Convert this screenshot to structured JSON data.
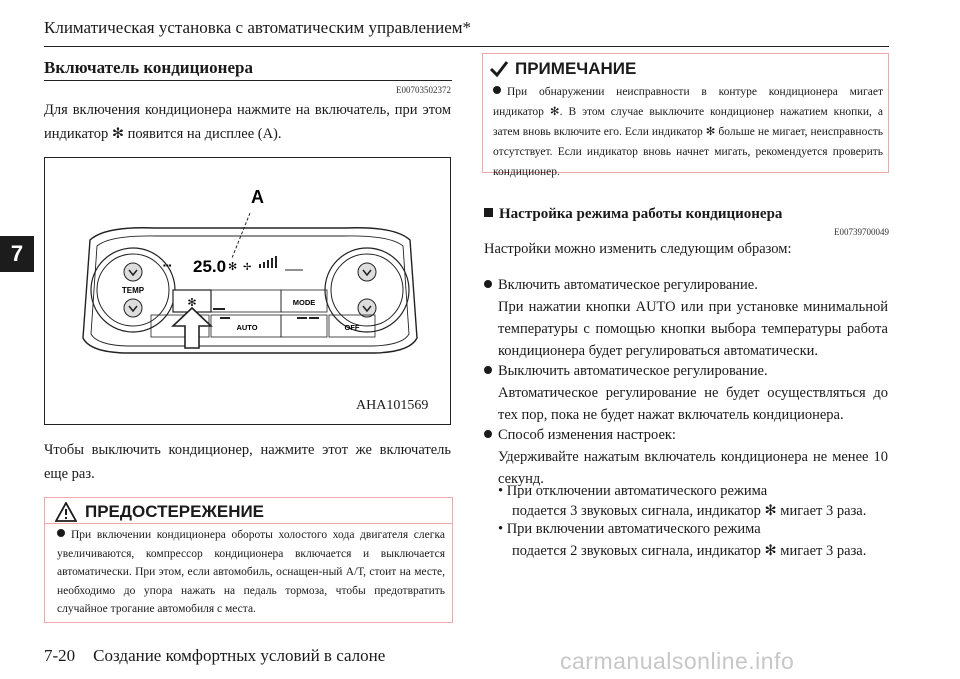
{
  "header": {
    "title": "Климатическая установка с автоматическим управлением*",
    "chapter_tab": "7"
  },
  "left": {
    "section_title": "Включатель кондиционера",
    "section_code": "E00703502372",
    "intro_part1": "Для включения кондиционера нажмите на включатель, при этом индикатор ",
    "intro_part2": " появится на дисплее (A).",
    "figure": {
      "label_a": "A",
      "display_temp": "25.0",
      "btn_temp": "TEMP",
      "btn_mode": "MODE",
      "btn_auto": "AUTO",
      "btn_off": "OFF",
      "caption": "AHA101569"
    },
    "after_figure": "Чтобы выключить кондиционер, нажмите этот же включатель еще раз.",
    "caution": {
      "title": "ПРЕДОСТЕРЕЖЕНИЕ",
      "text": "При включении кондиционера обороты холостого хода двигателя слегка увеличиваются, компрессор кондиционера включается и выключается автоматически. При этом, если автомобиль, оснащен-ный А/Т, стоит на месте, необходимо до упора нажать на педаль тормоза, чтобы предотвратить случайное трогание автомобиля с места."
    }
  },
  "right": {
    "note": {
      "title": "ПРИМЕЧАНИЕ",
      "text_part1": "При обнаружении неисправности в контуре кондиционера мигает индикатор ",
      "text_part2": ". В этом случае выключите кондиционер нажатием кнопки, а затем вновь включите его. Если индикатор ",
      "text_part3": " больше не мигает, неисправность отсутствует. Если индикатор вновь начнет мигать, рекомендуется проверить кондиционер."
    },
    "section_title": "Настройка режима работы кондиционера",
    "section_code": "E00739700049",
    "intro": "Настройки можно изменить следующим образом:",
    "items": [
      {
        "head": "Включить автоматическое регулирование.",
        "body": "При нажатии кнопки AUTO или при установке минимальной температуры с помощью кнопки выбора температуры работа кондиционера будет регулироваться автоматически."
      },
      {
        "head": "Выключить автоматическое регулирование.",
        "body": "Автоматическое регулирование не будет осуществляться до тех пор, пока не будет нажат включатель кондиционера."
      },
      {
        "head": "Способ изменения настроек:",
        "body": "Удерживайте нажатым включатель кондиционера не менее 10 секунд."
      }
    ],
    "sub1_label": "• При отключении автоматического режима",
    "sub1_text_a": "подается 3 звуковых сигнала, индикатор ",
    "sub1_text_b": " мигает 3 раза.",
    "sub2_label": "• При включении автоматического режима",
    "sub2_text_a": "подается 2 звуковых сигнала, индикатор ",
    "sub2_text_b": " мигает 3 раза."
  },
  "footer": {
    "page": "7-20",
    "section": "Создание комфортных условий в салоне"
  },
  "watermark": "carmanualsonline.info"
}
